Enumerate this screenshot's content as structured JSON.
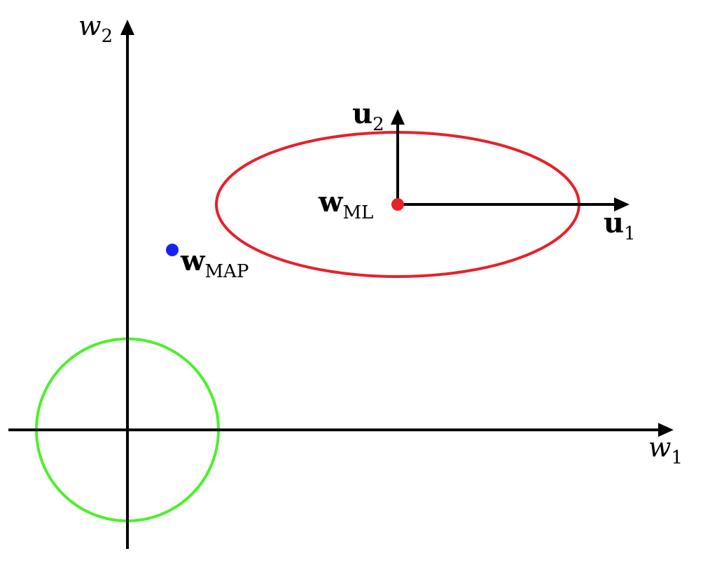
{
  "axes": {
    "horizontal": {
      "symbol": "w",
      "subscript": "1"
    },
    "vertical": {
      "symbol": "w",
      "subscript": "2"
    }
  },
  "eigenvectors": {
    "u1": {
      "symbol": "u",
      "subscript": "1"
    },
    "u2": {
      "symbol": "u",
      "subscript": "2"
    }
  },
  "points": {
    "ml": {
      "symbol": "w",
      "subscript": "ML"
    },
    "map": {
      "symbol": "w",
      "subscript": "MAP"
    }
  },
  "colors": {
    "axes": "#000000",
    "likelihood_ellipse": "#e8202a",
    "ml_point": "#e8202a",
    "prior_circle": "#4cf02a",
    "map_point": "#1a22f0"
  }
}
